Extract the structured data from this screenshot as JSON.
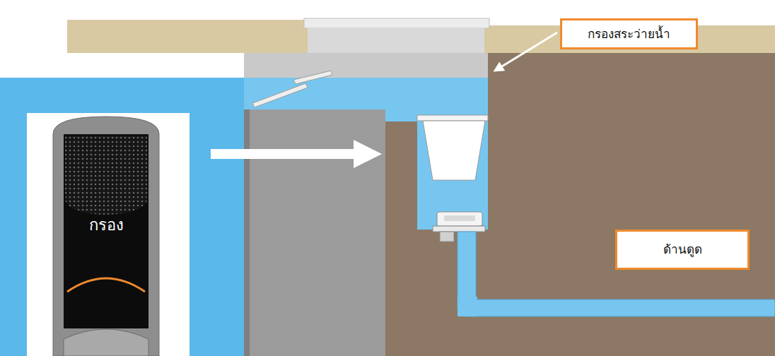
{
  "diagram": {
    "nodes": [
      {
        "text": [
          "กรองสระว่ายน้ำ"
        ]
      },
      {
        "text": [
          "ด้านดูด"
        ]
      }
    ],
    "labels": [
      "กรอง"
    ]
  }
}
